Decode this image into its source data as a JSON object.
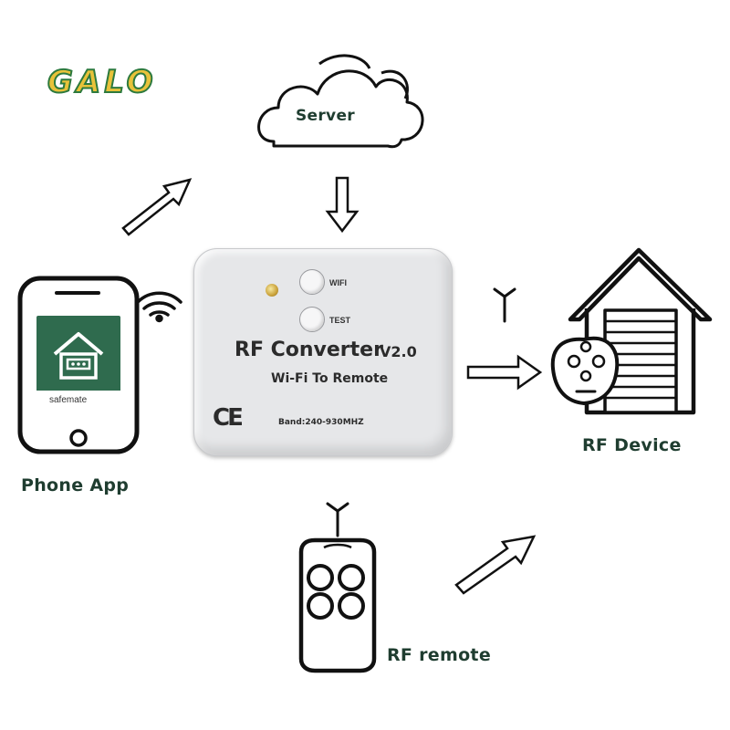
{
  "logo": {
    "text": "GALO"
  },
  "nodes": {
    "server": "Server",
    "phone_app": "Phone App",
    "rf_device": "RF Device",
    "rf_remote": "RF remote"
  },
  "device": {
    "title": "RF Converter",
    "version": "V2.0",
    "subtitle": "Wi-Fi To Remote",
    "wifi_label": "WIFI",
    "test_label": "TEST",
    "band": "Band:240-930MHZ",
    "ce_mark": "CE"
  },
  "phone": {
    "app_name": "safemate"
  },
  "colors": {
    "label_text": "#1f3d30",
    "app_screen": "#2f6b4e",
    "logo_fill": "#e8c23a",
    "logo_outline": "#2d7a3e"
  }
}
